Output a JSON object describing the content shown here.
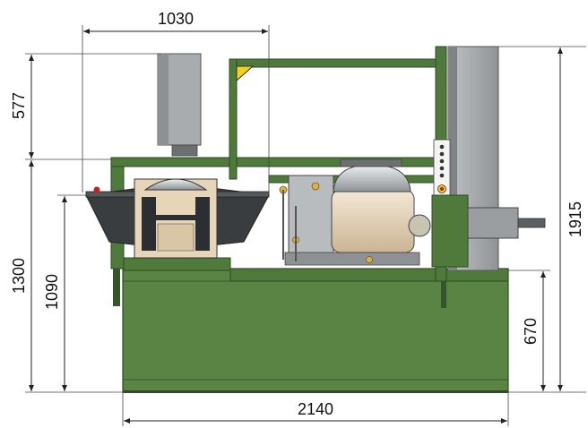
{
  "dimensions": {
    "top_width": "1030",
    "upper_height": "577",
    "total_height_left": "1300",
    "table_height": "1090",
    "total_height_right": "1915",
    "base_height": "670",
    "total_width": "2140"
  },
  "colors": {
    "frame_green": "#4f7a3c",
    "frame_green_dark": "#34562a",
    "base_green": "#5a8444",
    "cabinet_gray": "#a9acae",
    "tank_dark": "#3a3d40",
    "motor_beige": "#e6d5b8",
    "warning_yellow": "#f2d21a",
    "line": "#222222"
  }
}
